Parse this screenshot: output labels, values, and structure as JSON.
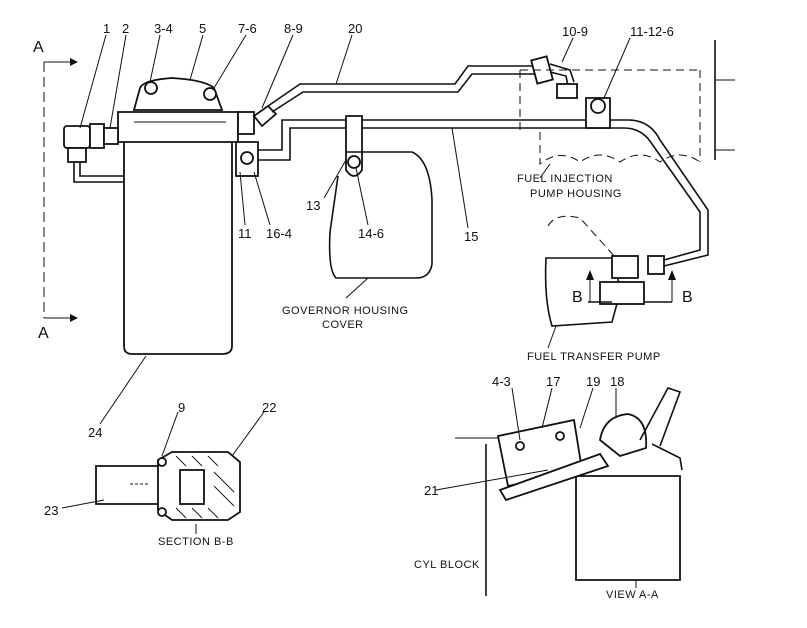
{
  "labels": {
    "n1": "1",
    "n2": "2",
    "n3_4": "3-4",
    "n5": "5",
    "n7_6": "7-6",
    "n8_9": "8-9",
    "n20": "20",
    "n10_9": "10-9",
    "n11_12_6": "11-12-6",
    "n11": "11",
    "n16_4": "16-4",
    "n13": "13",
    "n14_6": "14-6",
    "n15": "15",
    "n24": "24",
    "n9": "9",
    "n22": "22",
    "n23": "23",
    "n4_3": "4-3",
    "n17": "17",
    "n19": "19",
    "n18": "18",
    "n21": "21",
    "sectionA_top": "A",
    "sectionA_bottom": "A",
    "sectionB_left": "B",
    "sectionB_right": "B"
  },
  "captions": {
    "fuel_injection_line1": "FUEL INJECTION",
    "fuel_injection_line2": "PUMP HOUSING",
    "governor_line1": "GOVERNOR HOUSING",
    "governor_line2": "COVER",
    "fuel_transfer": "FUEL TRANSFER PUMP",
    "section_bb": "SECTION B-B",
    "cyl_block": "CYL BLOCK",
    "view_aa": "VIEW A-A"
  }
}
